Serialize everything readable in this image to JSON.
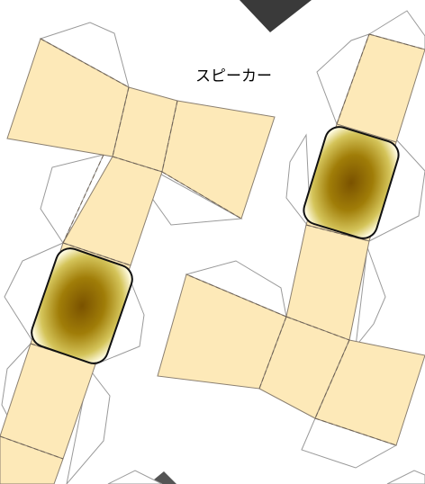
{
  "title": "スピーカー",
  "colors": {
    "panel_fill": "#fde9b8",
    "panel_stroke": "#8a7f70",
    "fold_line": "#6e6254",
    "tab_stroke": "#9a9a9a",
    "speaker_dark": "#7a5200",
    "speaker_mid": "#b19512",
    "speaker_light": "#fffbe0",
    "corner_mark": "#3a3a3a"
  },
  "pieces": [
    "speaker-net-left",
    "speaker-net-right"
  ],
  "icons": [
    "speaker-grille-icon",
    "corner-triangle-mark"
  ]
}
